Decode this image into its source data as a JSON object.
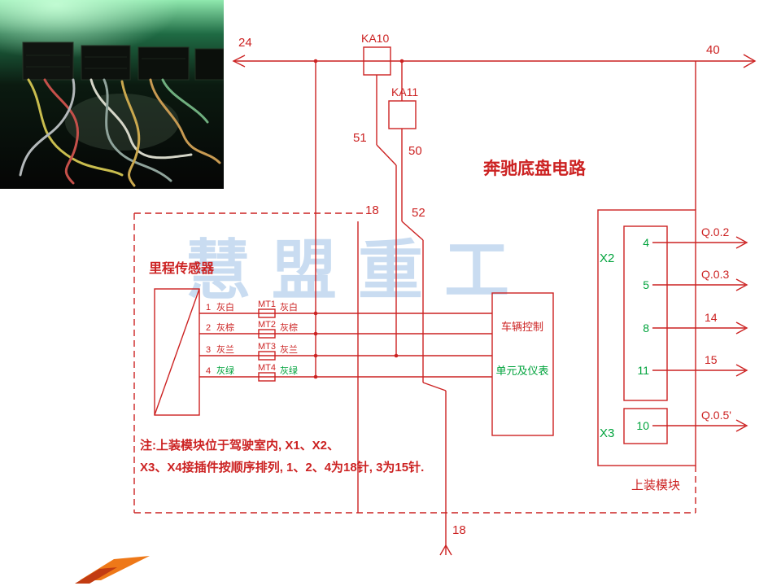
{
  "slide": {
    "title": "奔驰底盘电路",
    "watermark": "慧盟重工",
    "note_line1": "注:上装模块位于驾驶室内, X1、X2、",
    "note_line2": "X3、X4接插件按顺序排列, 1、2、4为18针, 3为15针."
  },
  "bus": {
    "left_label": "24",
    "right_label": "40"
  },
  "relays": {
    "ka10": "KA10",
    "ka11": "KA11"
  },
  "net_labels": {
    "n51": "51",
    "n50": "50",
    "n18_top": "18",
    "n52": "52",
    "n18_bottom": "18"
  },
  "sensor": {
    "label": "里程传感器",
    "rows": [
      {
        "num": "1",
        "color1": "灰白",
        "mt": "MT1",
        "color2": "灰白"
      },
      {
        "num": "2",
        "color1": "灰棕",
        "mt": "MT2",
        "color2": "灰棕"
      },
      {
        "num": "3",
        "color1": "灰兰",
        "mt": "MT3",
        "color2": "灰兰"
      },
      {
        "num": "4",
        "color1": "灰绿",
        "mt": "MT4",
        "color2": "灰绿"
      }
    ]
  },
  "control_unit": {
    "line1": "车辆控制",
    "line2": "单元及仪表"
  },
  "module": {
    "x2_label": "X2",
    "x2_pins": [
      "4",
      "5",
      "8",
      "11"
    ],
    "x3_label": "X3",
    "x3_pin": "10",
    "outputs": [
      "Q.0.2",
      "Q.0.3",
      "14",
      "15",
      "Q.0.5'"
    ],
    "caption": "上装模块"
  },
  "colors": {
    "line_red": "#cc2222",
    "accent_green": "#00a33c",
    "watermark_blue": "#a6c6e8",
    "logo_orange": "#ee7818"
  }
}
